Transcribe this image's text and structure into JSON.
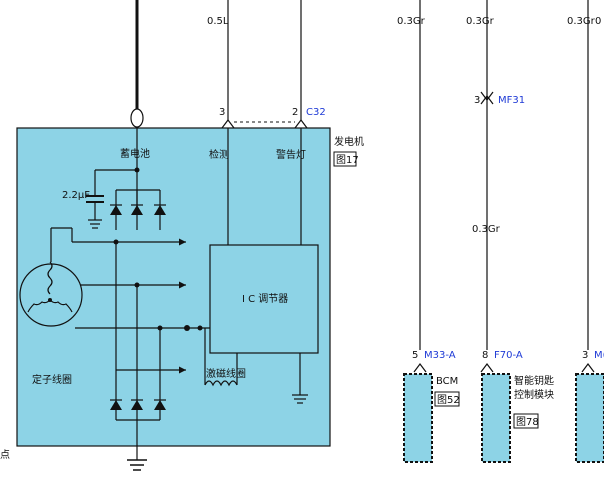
{
  "wires": {
    "w1": "0.5L",
    "w2": "0.3Gr",
    "w3": "0.3Gr",
    "w4": "0.3Gr",
    "w5_partial": "0",
    "mid": "0.3Gr"
  },
  "connectors": {
    "alt": "C32",
    "mf": "MF31",
    "bcm": "M33-A",
    "smart": "F70-A",
    "third": "M("
  },
  "pins": {
    "detect": "3",
    "warn": "2",
    "mf": "3",
    "bcm": "5",
    "smart": "8",
    "third": "3"
  },
  "alternator": {
    "title": "发电机",
    "ref": "图17",
    "battery": "蓄电池",
    "detect": "检测",
    "warn_lamp": "警告灯",
    "capacitor": "2.2μF",
    "ic": "I C 调节器",
    "stator": "定子线圈",
    "field": "激磁线圈"
  },
  "modules": {
    "bcm_name": "BCM",
    "bcm_ref": "图52",
    "smart_name": "智能钥匙控制模块",
    "smart_line1": "智能钥匙",
    "smart_line2": "控制模块",
    "smart_ref": "图78"
  },
  "edge_char": "点",
  "colors": {
    "box_fill": "#8dd3e6",
    "connector_blue": "#1f3bd6"
  }
}
